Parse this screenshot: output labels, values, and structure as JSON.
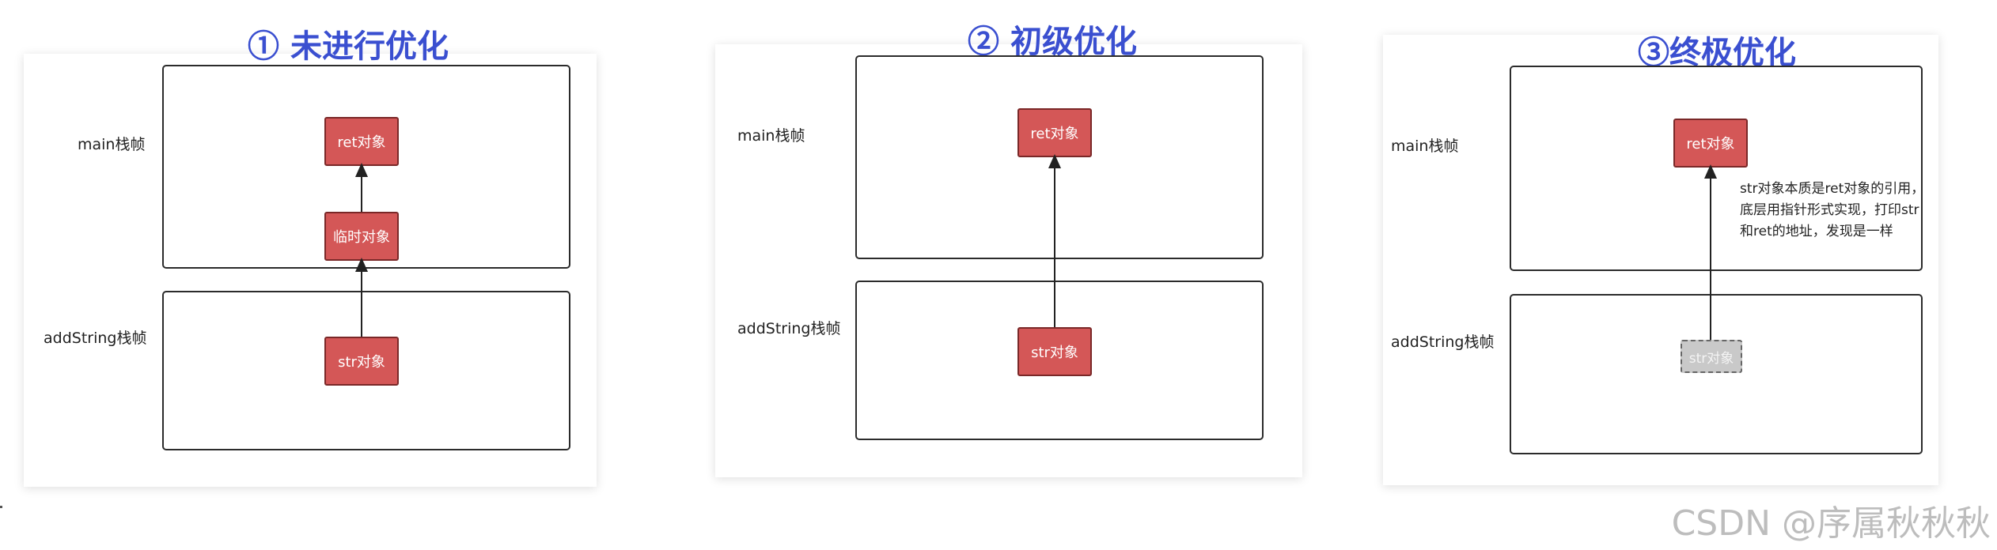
{
  "panels": [
    {
      "title": "① 未进行优化",
      "main_label": "main栈帧",
      "add_label": "addString栈帧",
      "objects": {
        "ret": "ret对象",
        "temp": "临时对象",
        "str": "str对象"
      }
    },
    {
      "title": "② 初级优化",
      "main_label": "main栈帧",
      "add_label": "addString栈帧",
      "objects": {
        "ret": "ret对象",
        "str": "str对象"
      }
    },
    {
      "title": "③终极优化",
      "main_label": "main栈帧",
      "add_label": "addString栈帧",
      "objects": {
        "ret": "ret对象",
        "str": "str对象"
      },
      "note": "str对象本质是ret对象的引用，底层用指针形式实现，打印str和ret的地址，发现是一样"
    }
  ],
  "colors": {
    "title": "#3a4fd0",
    "object_fill": "#d45757",
    "object_border": "#7a2828",
    "ghost_fill": "#c9c9c9",
    "frame_border": "#2b2b2b"
  },
  "watermark": "CSDN @序属秋秋秋"
}
